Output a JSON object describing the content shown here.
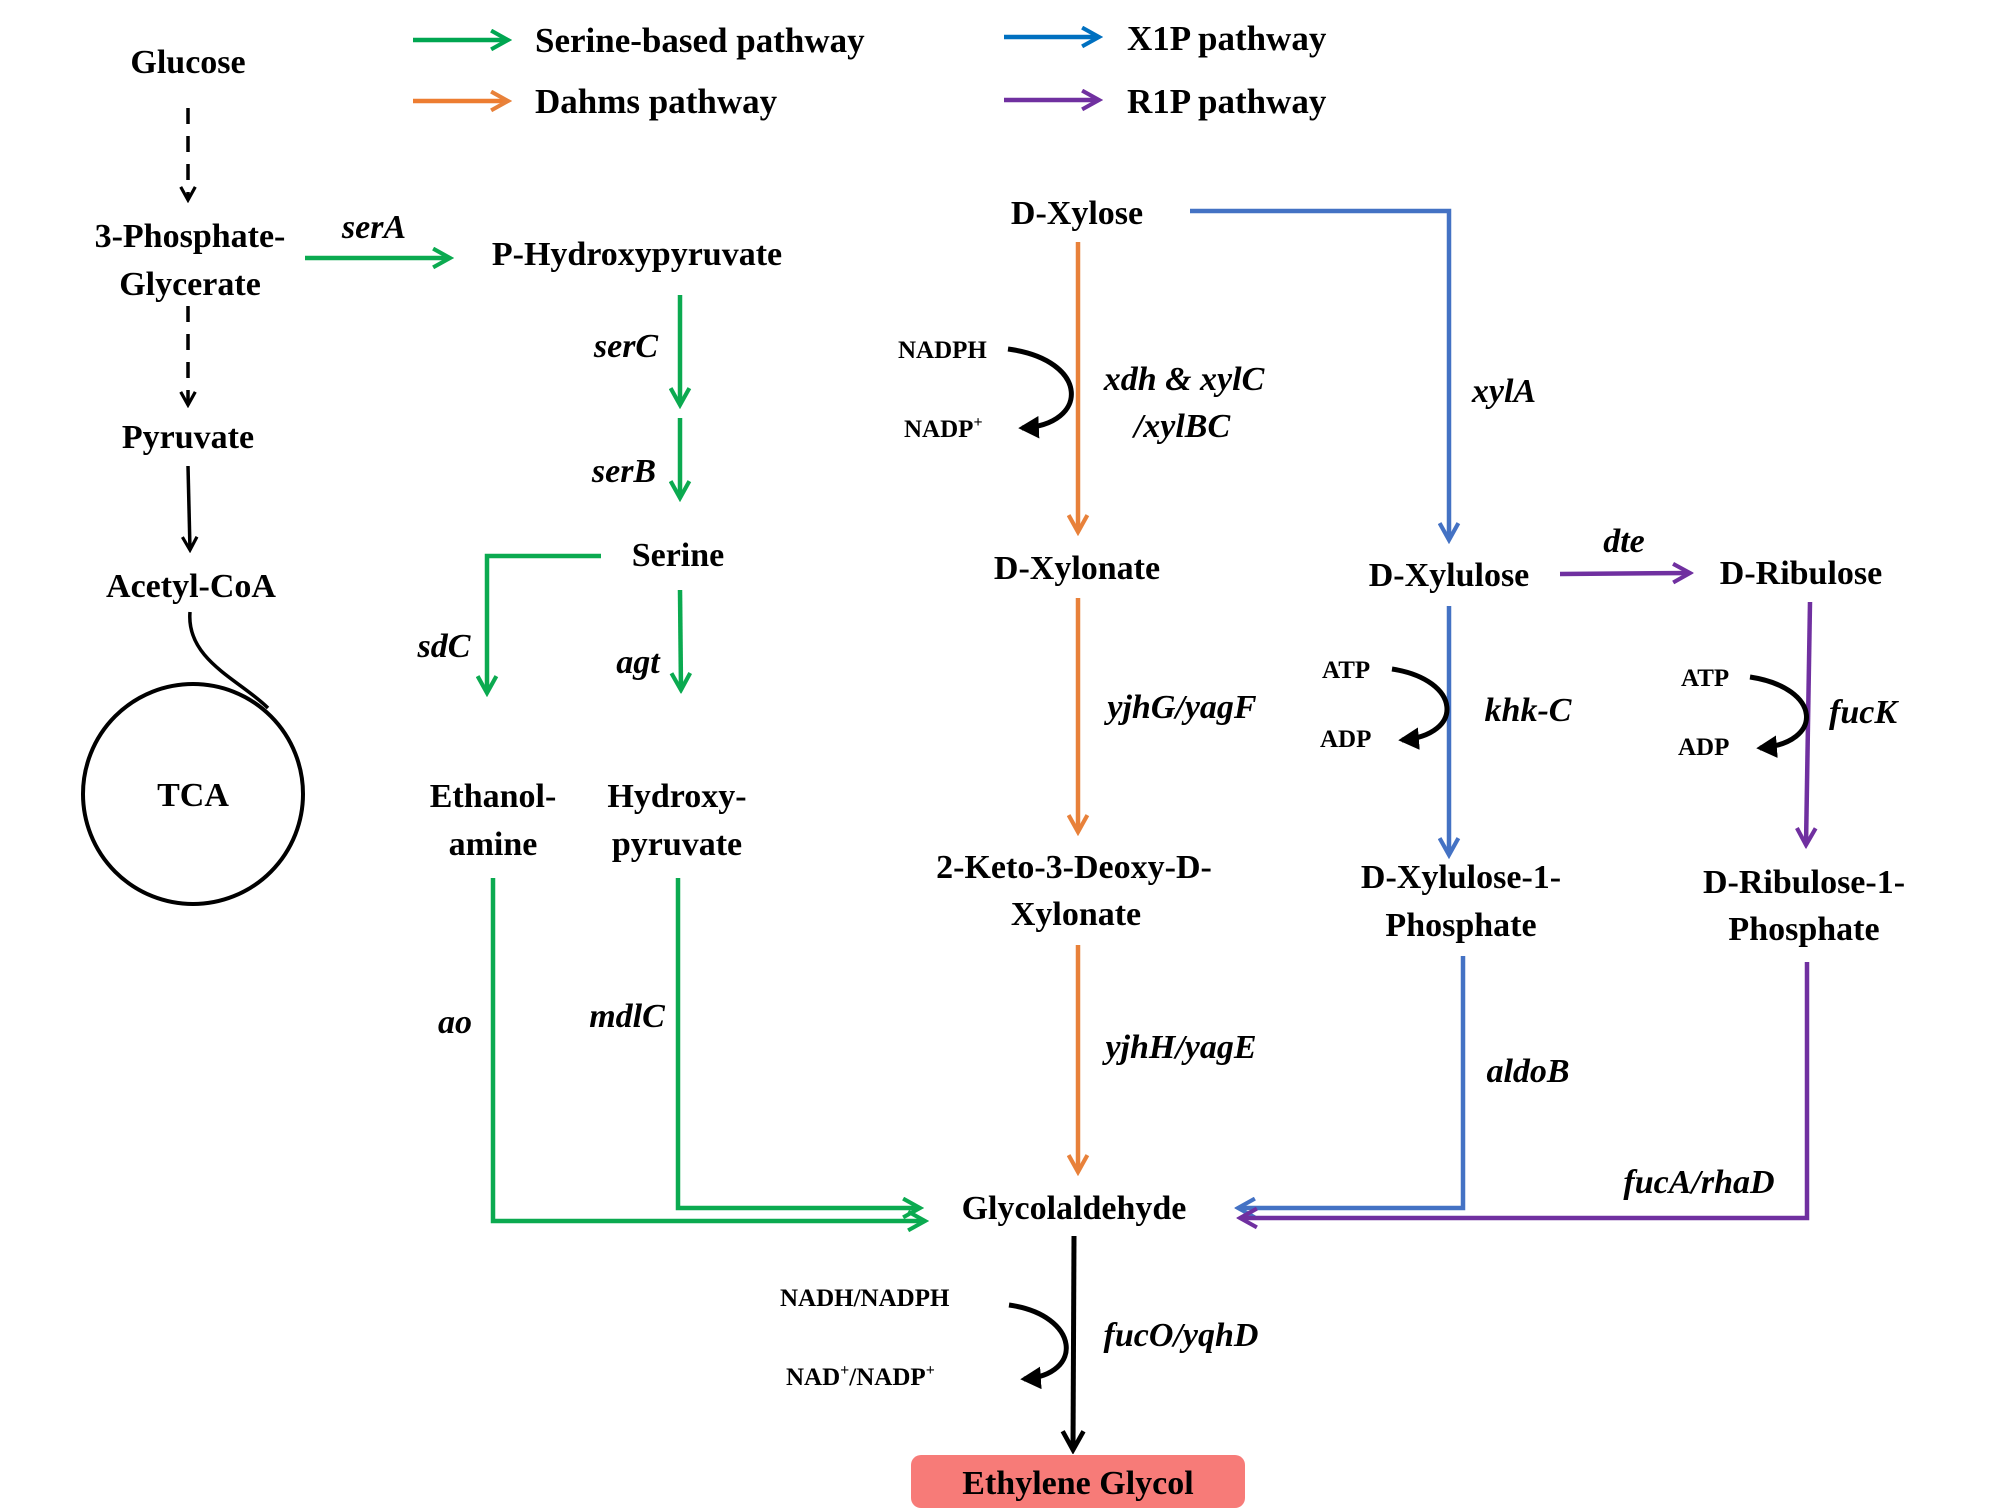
{
  "legend": [
    {
      "label": "Serine-based pathway",
      "color": "#00A651"
    },
    {
      "label": "Dahms pathway",
      "color": "#ED7D31"
    },
    {
      "label": "X1P pathway",
      "color": "#0070C0"
    },
    {
      "label": "R1P pathway",
      "color": "#7030A0"
    }
  ],
  "colors": {
    "serine": "#0BAA50",
    "dahms": "#E8813A",
    "x1p": "#4472C4",
    "r1p": "#7030A0",
    "product_box": "#F77B78"
  },
  "metabolites": {
    "glucose": "Glucose",
    "pg_1": "3-Phosphate-",
    "pg_2": "Glycerate",
    "pyruvate": "Pyruvate",
    "acetyl_coa": "Acetyl-CoA",
    "tca": "TCA",
    "p_hydroxypyruvate": "P-Hydroxypyruvate",
    "serine": "Serine",
    "ethanolamine_1": "Ethanol-",
    "ethanolamine_2": "amine",
    "hydroxypyruvate_1": "Hydroxy-",
    "hydroxypyruvate_2": "pyruvate",
    "d_xylose": "D-Xylose",
    "d_xylonate": "D-Xylonate",
    "kdx_1": "2-Keto-3-Deoxy-D-",
    "kdx_2": "Xylonate",
    "d_xylulose": "D-Xylulose",
    "d_ribulose": "D-Ribulose",
    "x1p_1": "D-Xylulose-1-",
    "x1p_2": "Phosphate",
    "r1p_1": "D-Ribulose-1-",
    "r1p_2": "Phosphate",
    "glycolaldehyde": "Glycolaldehyde",
    "ethylene_glycol": "Ethylene Glycol"
  },
  "genes": {
    "serA": "serA",
    "serC": "serC",
    "serB": "serB",
    "sdC": "sdC",
    "agt": "agt",
    "ao": "ao",
    "mdlC": "mdlC",
    "xdh_1": "xdh & xylC",
    "xdh_2": "/xylBC",
    "yjhG": "yjhG/yagF",
    "yjhH": "yjhH/yagE",
    "xylA": "xylA",
    "dte": "dte",
    "khk": "khk-C",
    "fucK": "fucK",
    "aldoB": "aldoB",
    "fucA": "fucA/rhaD",
    "fucO": "fucO/yqhD"
  },
  "cofactors": {
    "nadph": "NADPH",
    "nadp": "NADP",
    "nadp_sup": "+",
    "atp1": "ATP",
    "adp1": "ADP",
    "atp2": "ATP",
    "adp2": "ADP",
    "nadh_nadph": "NADH/NADPH",
    "nad": "NAD",
    "nad_sup": "+",
    "nadp2": "/NADP",
    "nadp2_sup": "+"
  }
}
